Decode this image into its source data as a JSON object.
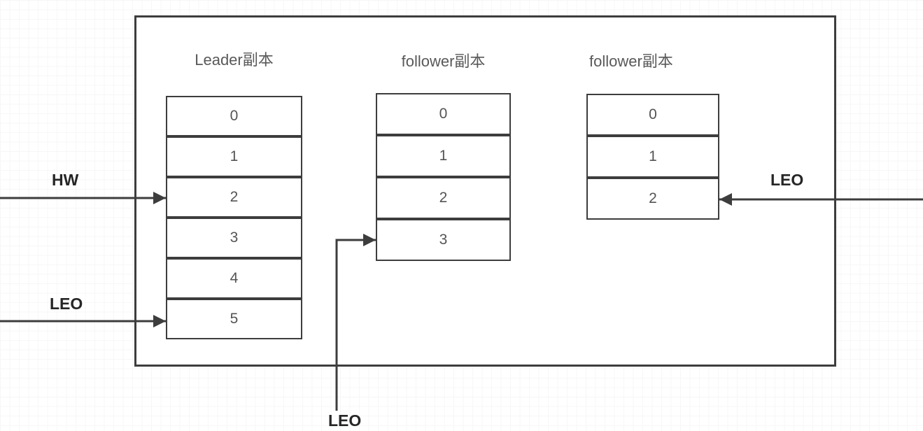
{
  "diagram": {
    "replicas": [
      {
        "id": "leader",
        "title": "Leader副本",
        "cells": [
          "0",
          "1",
          "2",
          "3",
          "4",
          "5"
        ]
      },
      {
        "id": "follower-1",
        "title": "follower副本",
        "cells": [
          "0",
          "1",
          "2",
          "3"
        ]
      },
      {
        "id": "follower-2",
        "title": "follower副本",
        "cells": [
          "0",
          "1",
          "2"
        ]
      }
    ],
    "markers": [
      {
        "label": "HW",
        "points_to": "Leader副本 cell 2",
        "side": "left"
      },
      {
        "label": "LEO",
        "points_to": "Leader副本 cell 5",
        "side": "left"
      },
      {
        "label": "LEO",
        "points_to": "follower副本 cell 3",
        "side": "bottom"
      },
      {
        "label": "LEO",
        "points_to": "follower副本 cell 2",
        "side": "right"
      }
    ],
    "colors": {
      "line": "#3d3d3d",
      "replica_text": "#595959",
      "marker_label_text": "#262626",
      "grid_line": "#efefef",
      "background": "#ffffff"
    }
  }
}
